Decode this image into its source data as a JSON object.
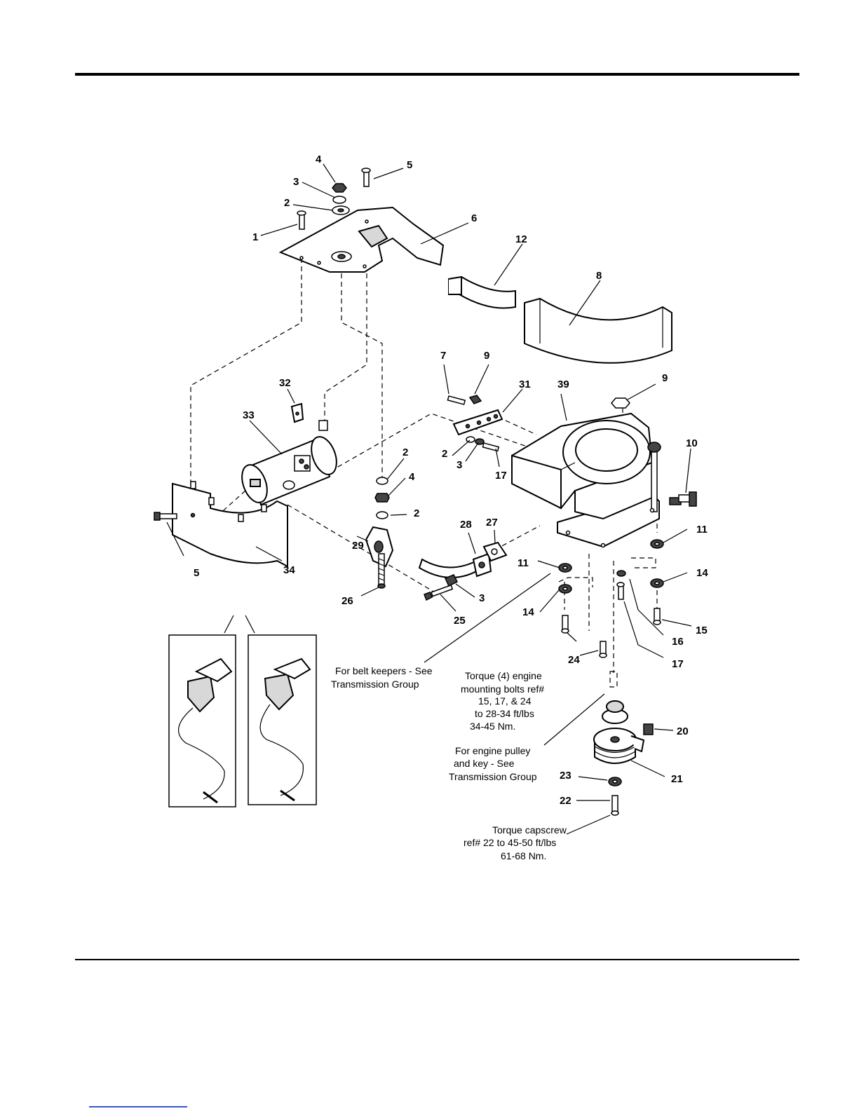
{
  "callouts": [
    "1",
    "2",
    "2",
    "2",
    "2",
    "3",
    "3",
    "3",
    "4",
    "4",
    "5",
    "5",
    "6",
    "7",
    "8",
    "9",
    "9",
    "10",
    "11",
    "11",
    "12",
    "14",
    "14",
    "15",
    "16",
    "17",
    "17",
    "20",
    "21",
    "22",
    "23",
    "24",
    "25",
    "26",
    "27",
    "28",
    "29",
    "31",
    "32",
    "33",
    "34",
    "39"
  ],
  "notes": {
    "belt_keepers": [
      "For belt keepers - See",
      "Transmission Group"
    ],
    "engine_torque": [
      "Torque (4) engine",
      "mounting bolts ref#",
      "15, 17, & 24",
      "to 28-34 ft/lbs",
      "34-45 Nm."
    ],
    "engine_pulley": [
      "For engine pulley",
      "and key - See",
      "Transmission Group"
    ],
    "capscrew_torque": [
      "Torque capscrew",
      "ref# 22 to 45-50 ft/lbs",
      "61-68 Nm."
    ]
  },
  "colors": {
    "ink": "#000000",
    "paper": "#ffffff",
    "footer_link": "#3355cc"
  }
}
